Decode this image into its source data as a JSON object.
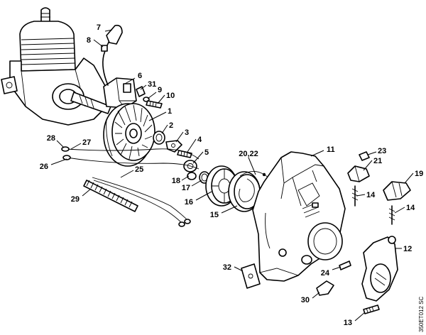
{
  "diagram_code": "350ET012 SC",
  "callouts": {
    "c1": "1",
    "c2": "2",
    "c3": "3",
    "c4": "4",
    "c5": "5",
    "c6": "6",
    "c7": "7",
    "c8": "8",
    "c9": "9",
    "c10": "10",
    "c11": "11",
    "c12": "12",
    "c13": "13",
    "c14a": "14",
    "c14b": "14",
    "c15": "15",
    "c16": "16",
    "c17": "17",
    "c18": "18",
    "c19": "19",
    "c20_22": "20,22",
    "c21": "21",
    "c23": "23",
    "c24": "24",
    "c25": "25",
    "c26": "26",
    "c27": "27",
    "c28": "28",
    "c29": "29",
    "c30": "30",
    "c31": "31",
    "c32": "32"
  }
}
